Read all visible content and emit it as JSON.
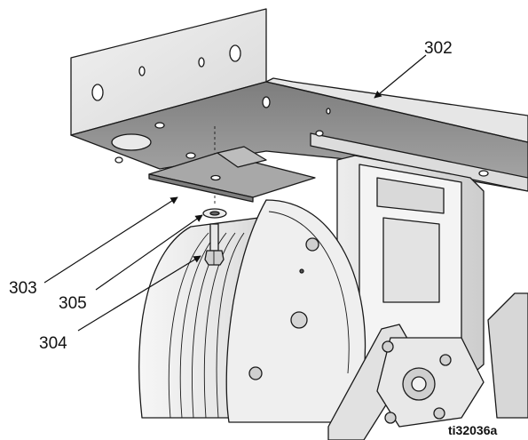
{
  "callouts": {
    "c302": "302",
    "c303": "303",
    "c304": "304",
    "c305": "305"
  },
  "figure_id": "ti32036a",
  "colors": {
    "line": "#1a1a1a",
    "metal_light": "#e9e9e9",
    "metal_mid": "#cfcfcf",
    "metal_dark": "#9c9c9c",
    "shadow": "#6f6f6f"
  }
}
